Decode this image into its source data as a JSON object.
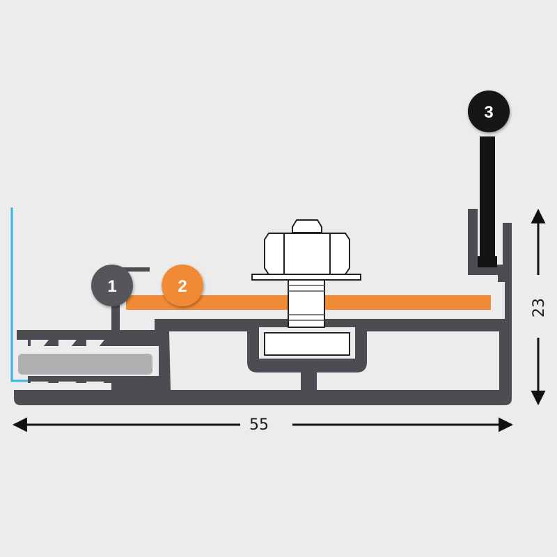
{
  "colors": {
    "background": "#ececec",
    "profile": "#4b4d52",
    "panel_line": "#35b6e8",
    "insert": "#aeb0b2",
    "plate": "#f08a36",
    "badge_grey": "#55575b",
    "badge_orange": "#f08a36",
    "badge_black": "#141414",
    "dimension": "#111111"
  },
  "badges": [
    {
      "label": "1"
    },
    {
      "label": "2"
    },
    {
      "label": "3"
    }
  ],
  "dimensions": {
    "width_label": "55",
    "height_label": "23"
  },
  "icons": [
    "hex-bolt-icon",
    "nut-icon",
    "washer-icon",
    "arrow-icon"
  ]
}
